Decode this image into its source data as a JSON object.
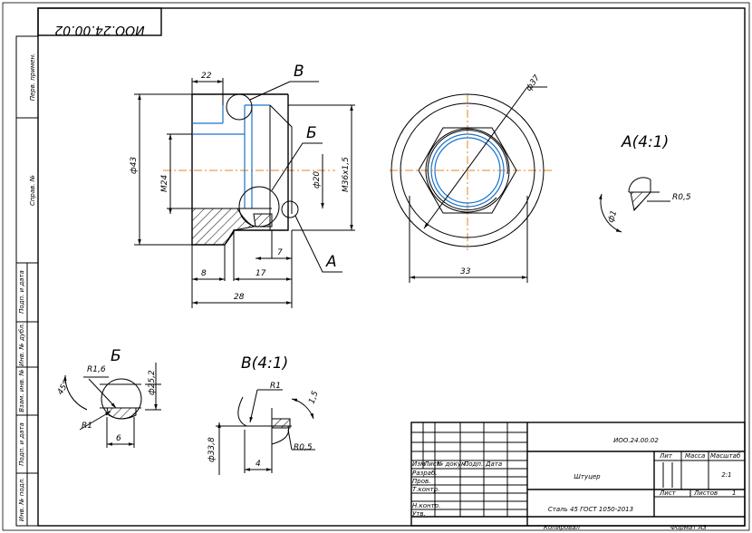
{
  "stamp_top": "ИОО.24.00.02",
  "left_strip": [
    "Перв. примен.",
    "Справ. №",
    "Подп. и дата",
    "Инв. № дубл.",
    "Взам. инв. №",
    "Подп. и дата",
    "Инв. № подл."
  ],
  "view_labels": {
    "main_b": "Б",
    "main_v": "В",
    "main_a": "А",
    "view_a": "А(4:1)",
    "view_b": "Б",
    "view_v": "В(4:1)"
  },
  "dims": {
    "d22": "22",
    "d43": "ф43",
    "dm24": "М24",
    "d20": "ф20",
    "dm36": "М36х1,5",
    "d7": "7",
    "d8": "8",
    "d17": "17",
    "d28": "28",
    "d37": "ф37",
    "d33": "33",
    "da_r05": "R0,5",
    "da_d1": "ф1",
    "db_r16": "R1,6",
    "db_r1": "R1",
    "db_45": "45°",
    "db_252": "ф25,2",
    "db_6": "6",
    "dv_r1": "R1",
    "dv_15": "1,5",
    "dv_338": "ф33,8",
    "dv_4": "4",
    "dv_r05": "R0,5"
  },
  "title_block": {
    "designation": "ИОО.24.00.02",
    "part_name": "Штуцер",
    "material": "Сталь 45 ГОСТ 1050-2013",
    "scale": "2:1",
    "sheet": "1",
    "headers": {
      "lit": "Лит",
      "mass": "Масса",
      "scale": "Масштаб",
      "sheet": "Лист",
      "sheets": "Листов"
    },
    "rows": [
      "Изм",
      "Лист",
      "№ докум.",
      "Подп.",
      "Дата"
    ],
    "roles": [
      "Разраб.",
      "Пров.",
      "Т.контр.",
      "Н.контр.",
      "Утв."
    ],
    "copied": "Копировал",
    "format": "Формат  А3"
  }
}
